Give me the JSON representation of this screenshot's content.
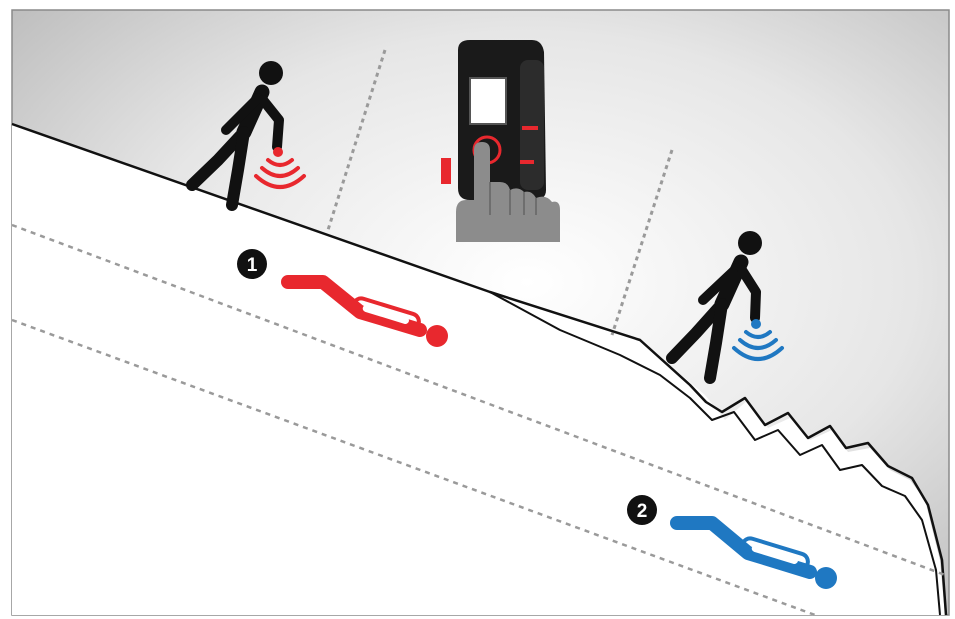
{
  "scene": {
    "description_free": true,
    "victims": [
      {
        "badge": "1",
        "color": "#e8282e",
        "name": "victim-1"
      },
      {
        "badge": "2",
        "color": "#1f78c2",
        "name": "victim-2"
      }
    ],
    "searchers": [
      {
        "signal_color": "#e8282e",
        "name": "searcher-1"
      },
      {
        "signal_color": "#1f78c2",
        "name": "searcher-2"
      }
    ],
    "colors": {
      "sky_light": "#ffffff",
      "sky_dark": "#bdbdbd",
      "snow": "#ffffff",
      "line": "#111111",
      "dotted": "#9a9a9a",
      "device_body": "#1a1a1a",
      "device_accent": "#e8282e",
      "hand": "#8c8c8c",
      "frame": "#8a8a8a"
    }
  }
}
